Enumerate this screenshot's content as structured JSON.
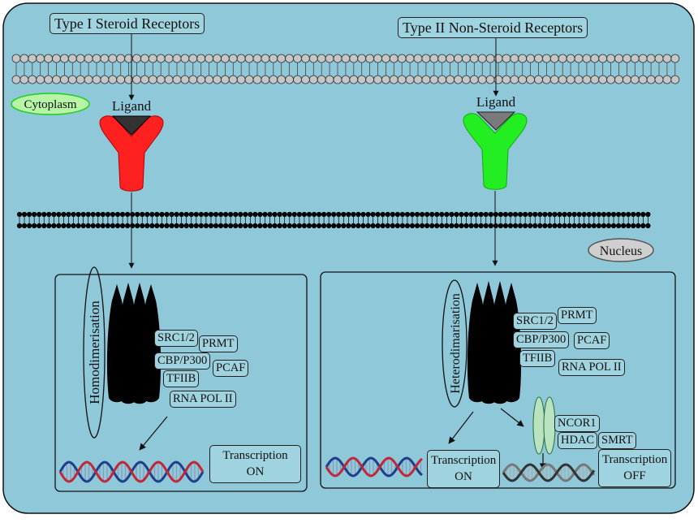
{
  "title_left": "Type I Steroid Receptors",
  "title_right": "Type II Non-Steroid Receptors",
  "cytoplasm_label": "Cytoplasm",
  "nucleus_label": "Nucleus",
  "ligand_left": "Ligand",
  "ligand_right": "Ligand",
  "left_panel": {
    "process_label": "Homodimerisation",
    "factors": [
      "SRC1/2",
      "PRMT",
      "CBP/P300",
      "PCAF",
      "TFIIB",
      "RNA POL II"
    ],
    "transcription_line1": "Transcription",
    "transcription_line2": "ON"
  },
  "right_panel": {
    "process_label": "Heterodimarisation",
    "factors": [
      "SRC1/2",
      "PRMT",
      "CBP/P300",
      "PCAF",
      "TFIIB",
      "RNA POL II"
    ],
    "corepressors": [
      "NCOR1",
      "HDAC",
      "SMRT"
    ],
    "transcription_on_line1": "Transcription",
    "transcription_on_line2": "ON",
    "transcription_off_line1": "Transcription",
    "transcription_off_line2": "OFF"
  },
  "colors": {
    "background": "#8fc8d9",
    "type1_receptor": "#ff2020",
    "type2_receptor": "#22ee22",
    "ligand": "#333333",
    "cytoplasm_oval": "#b6f5a6",
    "nucleus_oval": "#cfcfcf"
  }
}
